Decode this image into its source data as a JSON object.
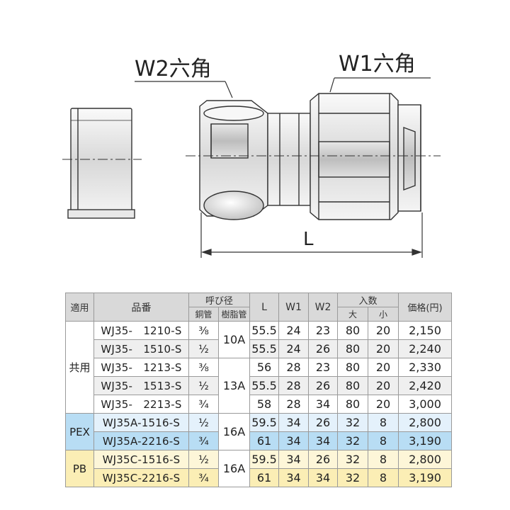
{
  "diagram": {
    "w2_label": "W2六角",
    "w1_label": "W1六角",
    "l_label": "L"
  },
  "table": {
    "headers": {
      "usage": "適用",
      "part_no": "品番",
      "nominal": "呼び径",
      "copper": "銅管",
      "resin": "樹脂管",
      "l": "L",
      "w1": "W1",
      "w2": "W2",
      "qty": "入数",
      "large": "大",
      "small": "小",
      "price": "価格(円)"
    },
    "groups": {
      "shared": "共用",
      "pex": "PEX",
      "pb": "PB",
      "resin_10a": "10A",
      "resin_13a": "13A",
      "resin_16a_pex": "16A",
      "resin_16a_pb": "16A"
    },
    "rows": [
      {
        "part_no": "WJ35-　1210-S",
        "copper": "⅜",
        "l": "55.5",
        "w1": "24",
        "w2": "23",
        "large": "80",
        "small": "20",
        "price": "2,150"
      },
      {
        "part_no": "WJ35-　1510-S",
        "copper": "½",
        "l": "55.5",
        "w1": "24",
        "w2": "26",
        "large": "80",
        "small": "20",
        "price": "2,240"
      },
      {
        "part_no": "WJ35-　1213-S",
        "copper": "⅜",
        "l": "56",
        "w1": "28",
        "w2": "23",
        "large": "80",
        "small": "20",
        "price": "2,330"
      },
      {
        "part_no": "WJ35-　1513-S",
        "copper": "½",
        "l": "55.5",
        "w1": "28",
        "w2": "26",
        "large": "80",
        "small": "20",
        "price": "2,420"
      },
      {
        "part_no": "WJ35-　2213-S",
        "copper": "¾",
        "l": "58",
        "w1": "28",
        "w2": "34",
        "large": "80",
        "small": "20",
        "price": "3,000"
      },
      {
        "part_no": "WJ35A-1516-S",
        "copper": "½",
        "l": "59.5",
        "w1": "34",
        "w2": "26",
        "large": "32",
        "small": "8",
        "price": "2,800"
      },
      {
        "part_no": "WJ35A-2216-S",
        "copper": "¾",
        "l": "61",
        "w1": "34",
        "w2": "34",
        "large": "32",
        "small": "8",
        "price": "3,190"
      },
      {
        "part_no": "WJ35C-1516-S",
        "copper": "½",
        "l": "59.5",
        "w1": "34",
        "w2": "26",
        "large": "32",
        "small": "8",
        "price": "2,800"
      },
      {
        "part_no": "WJ35C-2216-S",
        "copper": "¾",
        "l": "61",
        "w1": "34",
        "w2": "34",
        "large": "32",
        "small": "8",
        "price": "3,190"
      }
    ]
  }
}
